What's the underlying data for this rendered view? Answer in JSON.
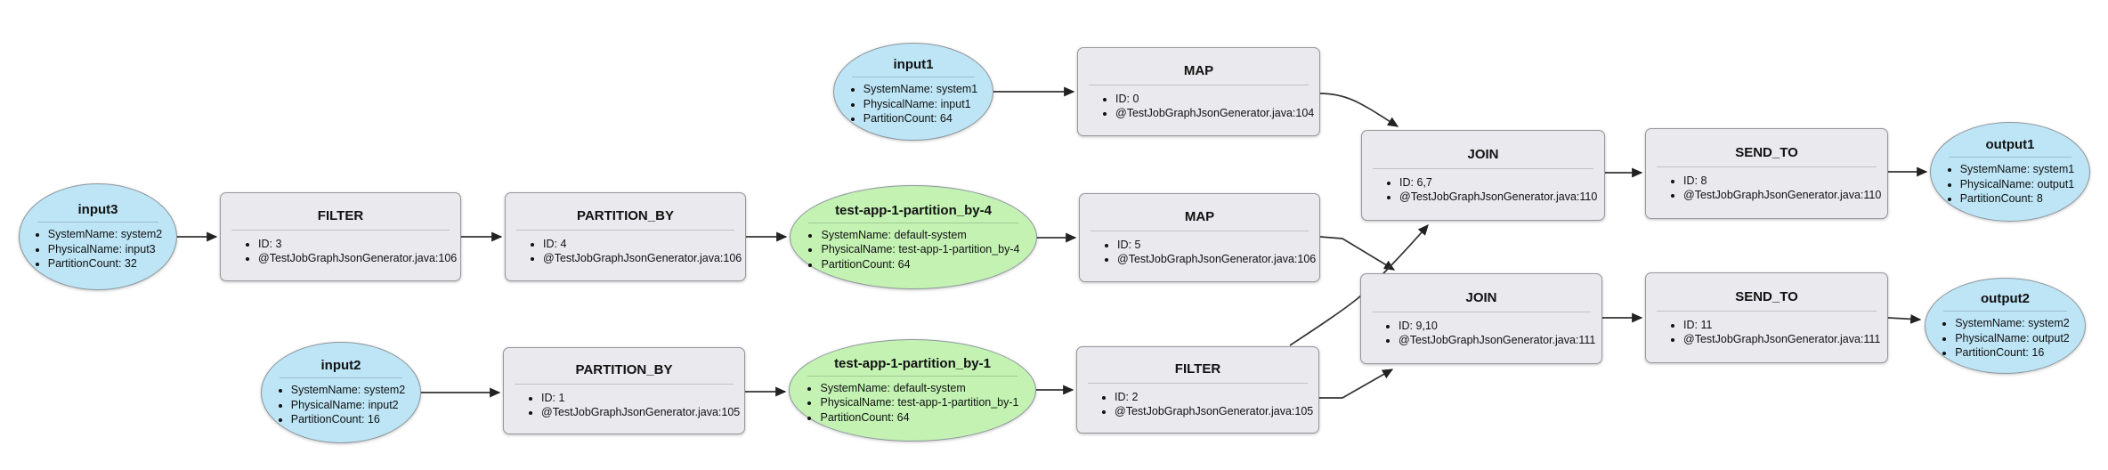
{
  "streams": {
    "input1": {
      "title": "input1",
      "lines": [
        "SystemName: system1",
        "PhysicalName: input1",
        "PartitionCount: 64"
      ]
    },
    "input3": {
      "title": "input3",
      "lines": [
        "SystemName: system2",
        "PhysicalName: input3",
        "PartitionCount: 32"
      ]
    },
    "input2": {
      "title": "input2",
      "lines": [
        "SystemName: system2",
        "PhysicalName: input2",
        "PartitionCount: 16"
      ]
    },
    "partition_by_4": {
      "title": "test-app-1-partition_by-4",
      "lines": [
        "SystemName: default-system",
        "PhysicalName: test-app-1-partition_by-4",
        "PartitionCount: 64"
      ]
    },
    "partition_by_1": {
      "title": "test-app-1-partition_by-1",
      "lines": [
        "SystemName: default-system",
        "PhysicalName: test-app-1-partition_by-1",
        "PartitionCount: 64"
      ]
    },
    "output1": {
      "title": "output1",
      "lines": [
        "SystemName: system1",
        "PhysicalName: output1",
        "PartitionCount: 8"
      ]
    },
    "output2": {
      "title": "output2",
      "lines": [
        "SystemName: system2",
        "PhysicalName: output2",
        "PartitionCount: 16"
      ]
    }
  },
  "operators": {
    "map_0": {
      "title": "MAP",
      "lines": [
        "ID: 0",
        "@TestJobGraphJsonGenerator.java:104"
      ]
    },
    "filter_3": {
      "title": "FILTER",
      "lines": [
        "ID: 3",
        "@TestJobGraphJsonGenerator.java:106"
      ]
    },
    "partition_by_op_4": {
      "title": "PARTITION_BY",
      "lines": [
        "ID: 4",
        "@TestJobGraphJsonGenerator.java:106"
      ]
    },
    "map_5": {
      "title": "MAP",
      "lines": [
        "ID: 5",
        "@TestJobGraphJsonGenerator.java:106"
      ]
    },
    "partition_by_op_1": {
      "title": "PARTITION_BY",
      "lines": [
        "ID: 1",
        "@TestJobGraphJsonGenerator.java:105"
      ]
    },
    "filter_2": {
      "title": "FILTER",
      "lines": [
        "ID: 2",
        "@TestJobGraphJsonGenerator.java:105"
      ]
    },
    "join_6_7": {
      "title": "JOIN",
      "lines": [
        "ID: 6,7",
        "@TestJobGraphJsonGenerator.java:110"
      ]
    },
    "send_to_8": {
      "title": "SEND_TO",
      "lines": [
        "ID: 8",
        "@TestJobGraphJsonGenerator.java:110"
      ]
    },
    "join_9_10": {
      "title": "JOIN",
      "lines": [
        "ID: 9,10",
        "@TestJobGraphJsonGenerator.java:111"
      ]
    },
    "send_to_11": {
      "title": "SEND_TO",
      "lines": [
        "ID: 11",
        "@TestJobGraphJsonGenerator.java:111"
      ]
    }
  },
  "edges": [
    {
      "from": "input1",
      "to": "map_0"
    },
    {
      "from": "map_0",
      "to": "join_6_7"
    },
    {
      "from": "input3",
      "to": "filter_3"
    },
    {
      "from": "filter_3",
      "to": "partition_by_op_4"
    },
    {
      "from": "partition_by_op_4",
      "to": "partition_by_4"
    },
    {
      "from": "partition_by_4",
      "to": "map_5"
    },
    {
      "from": "map_5",
      "to": "join_9_10"
    },
    {
      "from": "input2",
      "to": "partition_by_op_1"
    },
    {
      "from": "partition_by_op_1",
      "to": "partition_by_1"
    },
    {
      "from": "partition_by_1",
      "to": "filter_2"
    },
    {
      "from": "filter_2",
      "to": "join_6_7"
    },
    {
      "from": "filter_2",
      "to": "join_9_10"
    },
    {
      "from": "join_6_7",
      "to": "send_to_8"
    },
    {
      "from": "send_to_8",
      "to": "output1"
    },
    {
      "from": "join_9_10",
      "to": "send_to_11"
    },
    {
      "from": "send_to_11",
      "to": "output2"
    }
  ],
  "colors": {
    "input_output_stream_fill": "#bde5f6",
    "intermediate_stream_fill": "#c3f2b3",
    "operator_fill": "#e9e9ee",
    "edge_stroke": "#333333"
  }
}
